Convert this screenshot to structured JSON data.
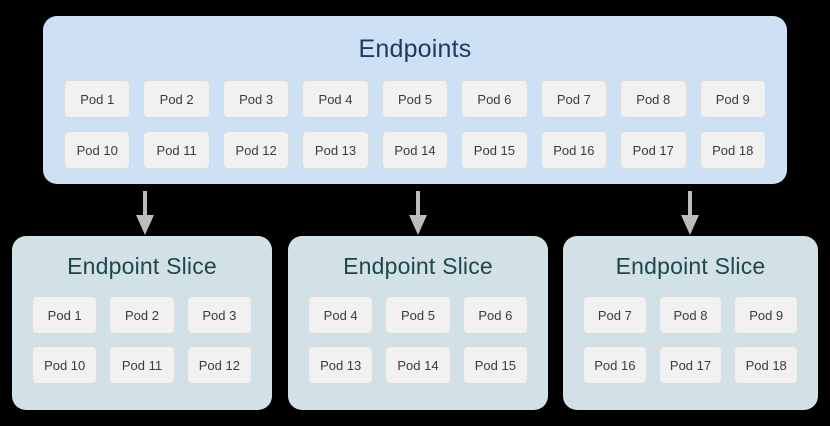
{
  "diagram": {
    "background_color": "#000000",
    "endpoints": {
      "title": "Endpoints",
      "panel_color": "#cee0f4",
      "title_color": "#1b3a5e",
      "rows": [
        [
          "Pod 1",
          "Pod 2",
          "Pod 3",
          "Pod 4",
          "Pod 5",
          "Pod 6",
          "Pod 7",
          "Pod 8",
          "Pod 9"
        ],
        [
          "Pod 10",
          "Pod 11",
          "Pod 12",
          "Pod 13",
          "Pod 14",
          "Pod 15",
          "Pod 16",
          "Pod 17",
          "Pod 18"
        ]
      ]
    },
    "arrows": {
      "color": "#bcbcbc",
      "count": 3,
      "direction": "down"
    },
    "slices": [
      {
        "title": "Endpoint Slice",
        "panel_color": "#d2e1e6",
        "title_color": "#1d474c",
        "rows": [
          [
            "Pod 1",
            "Pod 2",
            "Pod 3"
          ],
          [
            "Pod 10",
            "Pod 11",
            "Pod 12"
          ]
        ]
      },
      {
        "title": "Endpoint Slice",
        "panel_color": "#d2e1e6",
        "title_color": "#1d474c",
        "rows": [
          [
            "Pod 4",
            "Pod 5",
            "Pod 6"
          ],
          [
            "Pod 13",
            "Pod 14",
            "Pod 15"
          ]
        ]
      },
      {
        "title": "Endpoint Slice",
        "panel_color": "#d2e1e6",
        "title_color": "#1d474c",
        "rows": [
          [
            "Pod 7",
            "Pod 8",
            "Pod 9"
          ],
          [
            "Pod 16",
            "Pod 17",
            "Pod 18"
          ]
        ]
      }
    ],
    "pod_box": {
      "fill": "#f1f1f1",
      "border": "#dcdcdc",
      "text_color": "#3b3b3b"
    }
  }
}
